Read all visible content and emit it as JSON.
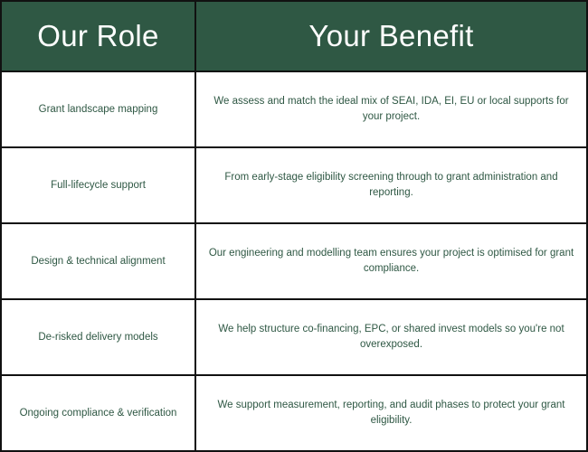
{
  "header": {
    "role": "Our Role",
    "benefit": "Your Benefit"
  },
  "rows": [
    {
      "role": "Grant landscape mapping",
      "benefit": "We assess and match the ideal mix of SEAI, IDA, EI, EU or local supports for your project."
    },
    {
      "role": "Full-lifecycle support",
      "benefit": "From early-stage eligibility screening through to grant administration and reporting."
    },
    {
      "role": "Design & technical alignment",
      "benefit": "Our engineering and modelling team ensures your project is optimised for grant compliance."
    },
    {
      "role": "De-risked delivery models",
      "benefit": "We help structure co-financing, EPC, or shared invest models so you're not overexposed."
    },
    {
      "role": "Ongoing compliance & verification",
      "benefit": "We support measurement, reporting, and audit phases to protect your grant eligibility."
    }
  ],
  "colors": {
    "header_bg": "#2f5844",
    "text": "#2f5844"
  }
}
